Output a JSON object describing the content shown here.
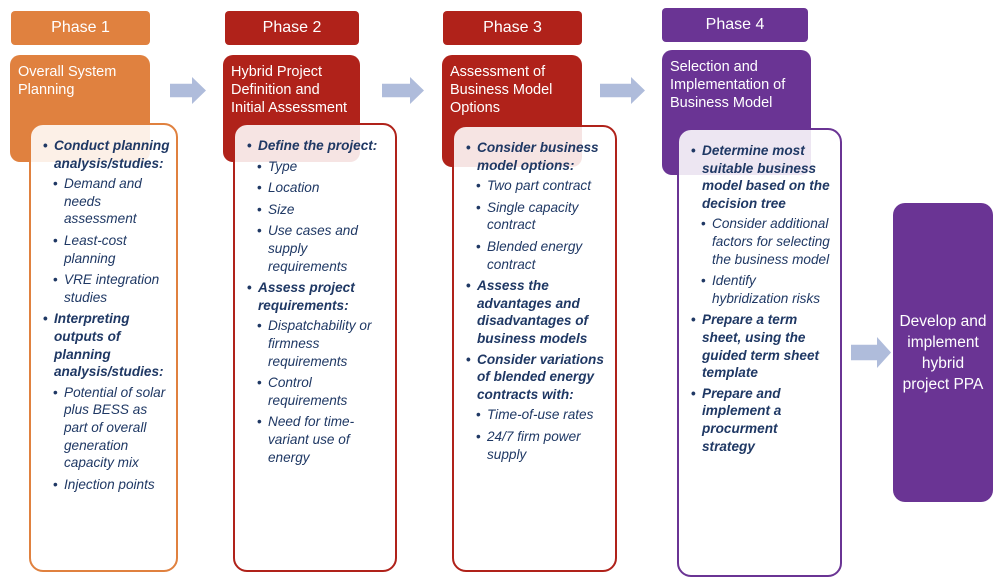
{
  "colors": {
    "phase1": "#E0813F",
    "phase2": "#B0221A",
    "phase3": "#B0221A",
    "phase4": "#6A3494",
    "arrow": "#AFBCDB",
    "text": "#1F3864"
  },
  "phases": [
    {
      "label": "Phase 1",
      "title": "Overall System Planning",
      "items": [
        {
          "t": "Conduct planning analysis/studies:",
          "lvl": 1
        },
        {
          "t": "Demand and needs assessment",
          "lvl": 2
        },
        {
          "t": "Least-cost planning",
          "lvl": 2
        },
        {
          "t": "VRE integration studies",
          "lvl": 2
        },
        {
          "t": "Interpreting outputs of planning analysis/studies:",
          "lvl": 1
        },
        {
          "t": "Potential of solar plus BESS as part of overall generation capacity mix",
          "lvl": 2
        },
        {
          "t": "Injection points",
          "lvl": 2
        }
      ]
    },
    {
      "label": "Phase 2",
      "title": "Hybrid Project Definition and Initial Assessment",
      "items": [
        {
          "t": "Define the project:",
          "lvl": 1
        },
        {
          "t": "Type",
          "lvl": 2
        },
        {
          "t": "Location",
          "lvl": 2
        },
        {
          "t": "Size",
          "lvl": 2
        },
        {
          "t": "Use cases and supply requirements",
          "lvl": 2
        },
        {
          "t": "Assess project requirements:",
          "lvl": 1
        },
        {
          "t": "Dispatchability or firmness requirements",
          "lvl": 2
        },
        {
          "t": "Control requirements",
          "lvl": 2
        },
        {
          "t": "Need for time-variant use of energy",
          "lvl": 2
        }
      ]
    },
    {
      "label": "Phase 3",
      "title": "Assessment of Business Model Options",
      "items": [
        {
          "t": "Consider business model options:",
          "lvl": 1
        },
        {
          "t": "Two part contract",
          "lvl": 2
        },
        {
          "t": "Single capacity contract",
          "lvl": 2
        },
        {
          "t": "Blended energy contract",
          "lvl": 2
        },
        {
          "t": "Assess the advantages and disadvantages of business models",
          "lvl": 1
        },
        {
          "t": "Consider variations of blended energy contracts with:",
          "lvl": 1
        },
        {
          "t": "Time-of-use rates",
          "lvl": 2
        },
        {
          "t": "24/7 firm power supply",
          "lvl": 2
        }
      ]
    },
    {
      "label": "Phase 4",
      "title": "Selection and Implementation of Business Model",
      "items": [
        {
          "t": "Determine most suitable business model based on the decision tree",
          "lvl": 1
        },
        {
          "t": "Consider additional factors for selecting the business model",
          "lvl": 2
        },
        {
          "t": "Identify hybridization risks",
          "lvl": 2
        },
        {
          "t": "Prepare a term sheet, using the guided term sheet template",
          "lvl": 1
        },
        {
          "t": "Prepare and implement a procurment strategy",
          "lvl": 1
        }
      ]
    }
  ],
  "final": "Develop and implement hybrid project PPA"
}
